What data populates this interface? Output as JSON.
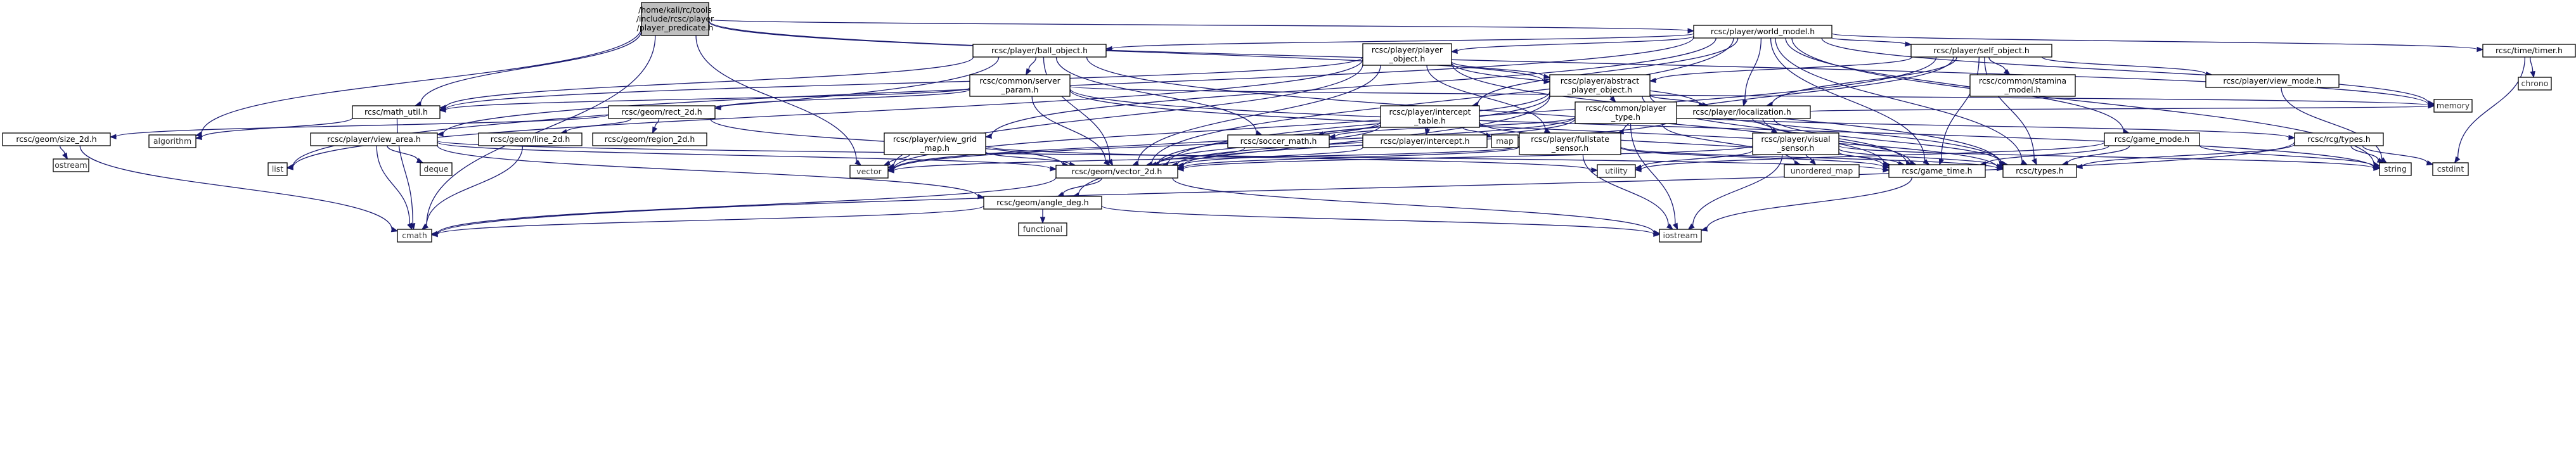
{
  "graph": {
    "root": "player_predicate",
    "colors": {
      "root_fill": "#bfbfbf",
      "node_fill": "#ffffff",
      "node_stroke": "#000000",
      "system_stroke": "#bfbfbf",
      "edge": "#191970",
      "system_text": "#333333"
    },
    "nodes": {
      "player_predicate": {
        "lines": [
          "/home/kali/rc/tools",
          "/include/rcsc/player",
          "/player_predicate.h"
        ],
        "kind": "root"
      },
      "world_model": {
        "lines": [
          "rcsc/player/world_model.h"
        ],
        "kind": "header"
      },
      "ball_object": {
        "lines": [
          "rcsc/player/ball_object.h"
        ],
        "kind": "header"
      },
      "player_object": {
        "lines": [
          "rcsc/player/player",
          "_object.h"
        ],
        "kind": "header"
      },
      "self_object": {
        "lines": [
          "rcsc/player/self_object.h"
        ],
        "kind": "header"
      },
      "timer": {
        "lines": [
          "rcsc/time/timer.h"
        ],
        "kind": "header"
      },
      "server_param": {
        "lines": [
          "rcsc/common/server",
          "_param.h"
        ],
        "kind": "header"
      },
      "abstract_player_object": {
        "lines": [
          "rcsc/player/abstract",
          "_player_object.h"
        ],
        "kind": "header"
      },
      "stamina_model": {
        "lines": [
          "rcsc/common/stamina",
          "_model.h"
        ],
        "kind": "header"
      },
      "view_mode": {
        "lines": [
          "rcsc/player/view_mode.h"
        ],
        "kind": "header"
      },
      "chrono": {
        "lines": [
          "chrono"
        ],
        "kind": "system"
      },
      "math_util": {
        "lines": [
          "rcsc/math_util.h"
        ],
        "kind": "header"
      },
      "rect_2d": {
        "lines": [
          "rcsc/geom/rect_2d.h"
        ],
        "kind": "header"
      },
      "memory": {
        "lines": [
          "memory"
        ],
        "kind": "system"
      },
      "localization": {
        "lines": [
          "rcsc/player/localization.h"
        ],
        "kind": "header"
      },
      "intercept_table": {
        "lines": [
          "rcsc/player/intercept",
          "_table.h"
        ],
        "kind": "header"
      },
      "player_type": {
        "lines": [
          "rcsc/common/player",
          "_type.h"
        ],
        "kind": "header"
      },
      "size_2d": {
        "lines": [
          "rcsc/geom/size_2d.h"
        ],
        "kind": "header"
      },
      "algorithm": {
        "lines": [
          "algorithm"
        ],
        "kind": "system"
      },
      "line_2d": {
        "lines": [
          "rcsc/geom/line_2d.h"
        ],
        "kind": "header"
      },
      "region_2d": {
        "lines": [
          "rcsc/geom/region_2d.h"
        ],
        "kind": "header"
      },
      "view_area": {
        "lines": [
          "rcsc/player/view_area.h"
        ],
        "kind": "header"
      },
      "view_grid_map": {
        "lines": [
          "rcsc/player/view_grid",
          "_map.h"
        ],
        "kind": "header"
      },
      "soccer_math": {
        "lines": [
          "rcsc/soccer_math.h"
        ],
        "kind": "header"
      },
      "intercept": {
        "lines": [
          "rcsc/player/intercept.h"
        ],
        "kind": "header"
      },
      "map": {
        "lines": [
          "map"
        ],
        "kind": "system"
      },
      "fullstate_sensor": {
        "lines": [
          "rcsc/player/fullstate",
          "_sensor.h"
        ],
        "kind": "header"
      },
      "visual_sensor": {
        "lines": [
          "rcsc/player/visual",
          "_sensor.h"
        ],
        "kind": "header"
      },
      "game_mode": {
        "lines": [
          "rcsc/game_mode.h"
        ],
        "kind": "header"
      },
      "rcg_types": {
        "lines": [
          "rcsc/rcg/types.h"
        ],
        "kind": "header"
      },
      "ostream": {
        "lines": [
          "ostream"
        ],
        "kind": "system"
      },
      "list": {
        "lines": [
          "list"
        ],
        "kind": "system"
      },
      "deque": {
        "lines": [
          "deque"
        ],
        "kind": "system"
      },
      "vector": {
        "lines": [
          "vector"
        ],
        "kind": "system"
      },
      "vector_2d": {
        "lines": [
          "rcsc/geom/vector_2d.h"
        ],
        "kind": "header"
      },
      "utility": {
        "lines": [
          "utility"
        ],
        "kind": "system"
      },
      "unordered_map": {
        "lines": [
          "unordered_map"
        ],
        "kind": "system"
      },
      "game_time": {
        "lines": [
          "rcsc/game_time.h"
        ],
        "kind": "header"
      },
      "types": {
        "lines": [
          "rcsc/types.h"
        ],
        "kind": "header"
      },
      "string": {
        "lines": [
          "string"
        ],
        "kind": "system"
      },
      "cstdint": {
        "lines": [
          "cstdint"
        ],
        "kind": "system"
      },
      "angle_deg": {
        "lines": [
          "rcsc/geom/angle_deg.h"
        ],
        "kind": "header"
      },
      "functional": {
        "lines": [
          "functional"
        ],
        "kind": "system"
      },
      "cmath": {
        "lines": [
          "cmath"
        ],
        "kind": "system"
      },
      "iostream": {
        "lines": [
          "iostream"
        ],
        "kind": "system"
      }
    }
  }
}
